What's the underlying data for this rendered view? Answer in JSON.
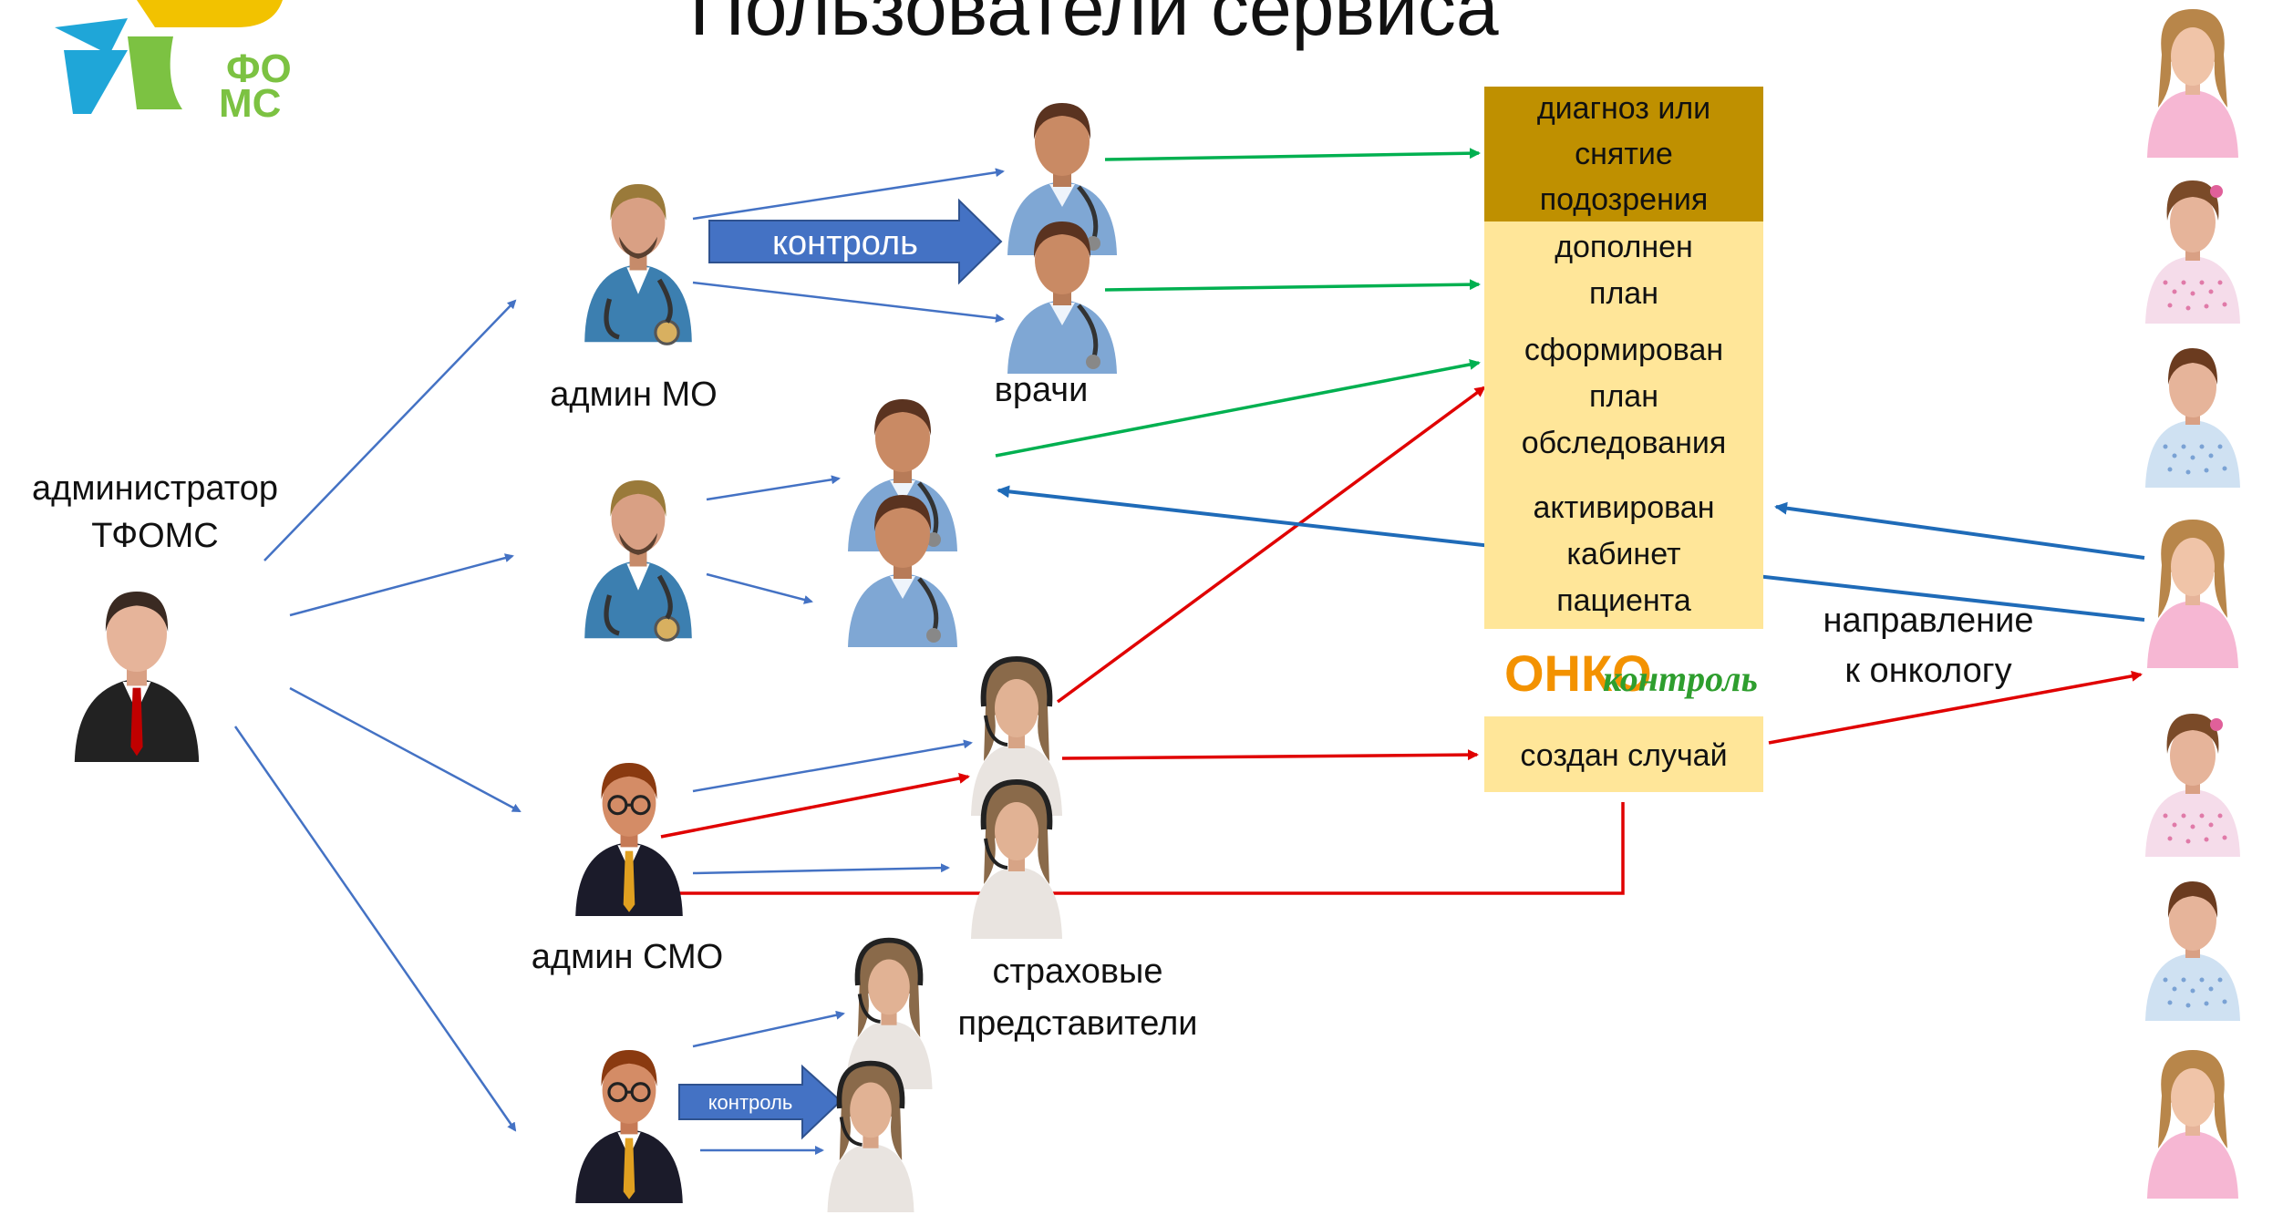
{
  "title": "Пользователи сервиса",
  "logo": {
    "text_line1": "ФО",
    "text_line2": "МС"
  },
  "labels": {
    "admin_tfoms": [
      "администратор",
      "ТФОМС"
    ],
    "admin_mo": "админ МО",
    "doctors": "врачи",
    "admin_smo": "админ СМО",
    "insurance_reps": [
      "страховые",
      "представители"
    ],
    "referral": [
      "направление",
      "к онкологу"
    ]
  },
  "arrows_text": {
    "control_big": "контроль",
    "control_small": "контроль"
  },
  "status_box": {
    "header": [
      "диагноз или",
      "снятие",
      "подозрения"
    ],
    "items": [
      [
        "дополнен",
        "план"
      ],
      [
        "сформирован",
        "план",
        "обследования"
      ],
      [
        "активирован",
        "кабинет",
        "пациента"
      ]
    ],
    "brand_onko": "ОНКО",
    "brand_kontrol": "контроль",
    "case_created": "создан случай"
  },
  "icons": {
    "admin": "businessman-icon",
    "doctor_admin": "doctor-with-stethoscope-icon",
    "doctor": "doctor-icon",
    "operator": "operator-with-headset-icon",
    "smo_admin": "manager-with-glasses-icon",
    "patient_woman": "woman-patient-icon",
    "patient_gown": "patient-in-gown-icon"
  },
  "colors": {
    "blue_arrow": "#4472C4",
    "green_arrow": "#00B050",
    "red_arrow": "#E00000",
    "dark_blue_arrow": "#1F6BB8",
    "box_header": "#BF9000",
    "box_body": "#FFE699",
    "control_arrow": "#4472C4"
  }
}
